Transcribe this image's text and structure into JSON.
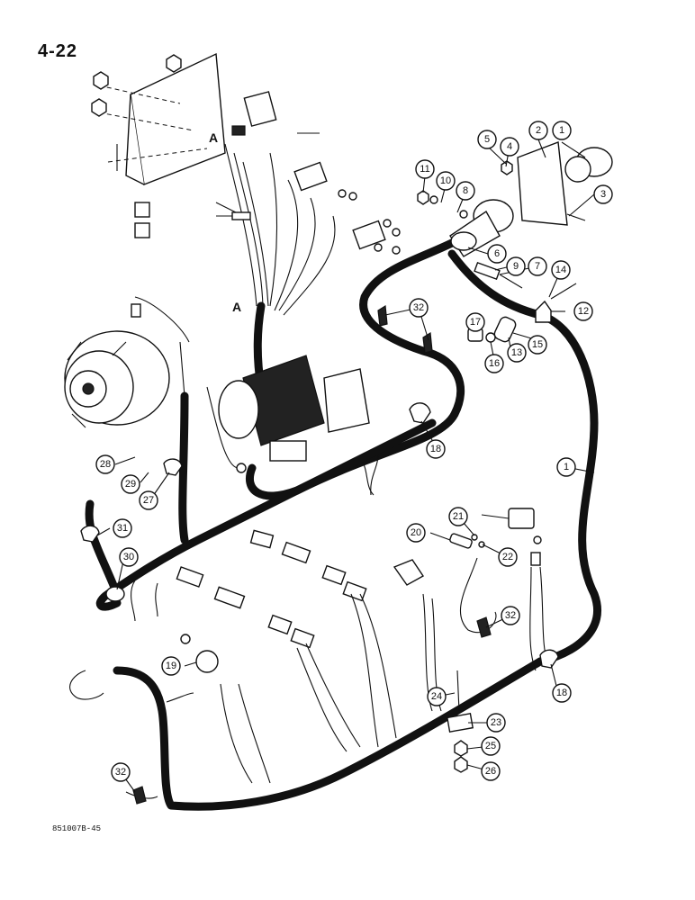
{
  "page": {
    "number": "4-22",
    "figure_code": "851007B-45"
  },
  "diagram": {
    "section_markers": [
      "A",
      "A"
    ],
    "callouts": [
      {
        "label": "1"
      },
      {
        "label": "2"
      },
      {
        "label": "3"
      },
      {
        "label": "4"
      },
      {
        "label": "5"
      },
      {
        "label": "6"
      },
      {
        "label": "7"
      },
      {
        "label": "8"
      },
      {
        "label": "9"
      },
      {
        "label": "10"
      },
      {
        "label": "11"
      },
      {
        "label": "12"
      },
      {
        "label": "13"
      },
      {
        "label": "14"
      },
      {
        "label": "15"
      },
      {
        "label": "16"
      },
      {
        "label": "17"
      },
      {
        "label": "18"
      },
      {
        "label": "18"
      },
      {
        "label": "19"
      },
      {
        "label": "20"
      },
      {
        "label": "21"
      },
      {
        "label": "22"
      },
      {
        "label": "23"
      },
      {
        "label": "24"
      },
      {
        "label": "25"
      },
      {
        "label": "26"
      },
      {
        "label": "27"
      },
      {
        "label": "28"
      },
      {
        "label": "29"
      },
      {
        "label": "30"
      },
      {
        "label": "31"
      },
      {
        "label": "32"
      },
      {
        "label": "32"
      },
      {
        "label": "32"
      },
      {
        "label": "1"
      }
    ]
  }
}
